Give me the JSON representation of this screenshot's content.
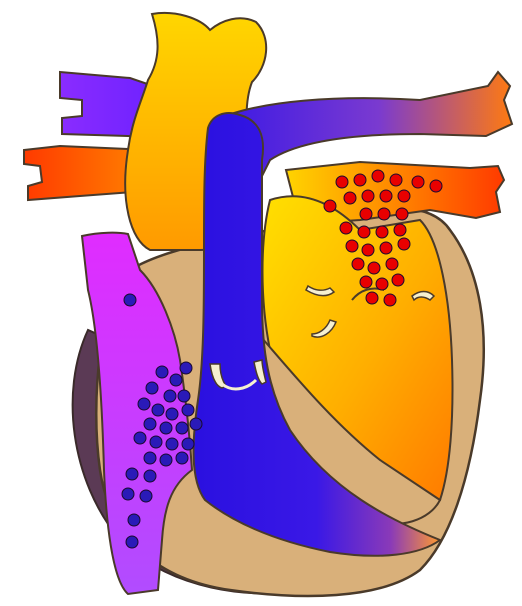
{
  "colors": {
    "background": "#ffffff",
    "outline": "#4a3a2a",
    "muscle": "#d9b07a",
    "muscle_shadow": "#5b3a55",
    "deoxygenated_blue": "#2a10e0",
    "vena_cava_violet": "#b14cff",
    "vena_cava_magenta": "#e02cff",
    "oxygenated_yellow": "#ffd400",
    "oxygenated_orange": "#ff8a00",
    "oxygenated_red": "#ff3a00",
    "blood_cell_blue": "#2a1ab8",
    "blood_cell_red": "#e80000",
    "valve_cream": "#f6f0d0"
  },
  "elements": {
    "blue_cells": [
      [
        130,
        300
      ],
      [
        162,
        372
      ],
      [
        176,
        380
      ],
      [
        186,
        368
      ],
      [
        152,
        388
      ],
      [
        170,
        396
      ],
      [
        184,
        396
      ],
      [
        144,
        404
      ],
      [
        158,
        410
      ],
      [
        172,
        414
      ],
      [
        188,
        410
      ],
      [
        150,
        424
      ],
      [
        166,
        428
      ],
      [
        182,
        428
      ],
      [
        196,
        424
      ],
      [
        140,
        438
      ],
      [
        156,
        442
      ],
      [
        172,
        444
      ],
      [
        188,
        444
      ],
      [
        150,
        458
      ],
      [
        166,
        460
      ],
      [
        182,
        458
      ],
      [
        132,
        474
      ],
      [
        150,
        476
      ],
      [
        128,
        494
      ],
      [
        146,
        496
      ],
      [
        134,
        520
      ],
      [
        132,
        542
      ]
    ],
    "red_cells": [
      [
        342,
        182
      ],
      [
        360,
        180
      ],
      [
        378,
        176
      ],
      [
        396,
        180
      ],
      [
        418,
        182
      ],
      [
        436,
        186
      ],
      [
        330,
        206
      ],
      [
        350,
        198
      ],
      [
        368,
        196
      ],
      [
        386,
        196
      ],
      [
        404,
        196
      ],
      [
        366,
        214
      ],
      [
        384,
        214
      ],
      [
        402,
        214
      ],
      [
        346,
        228
      ],
      [
        364,
        232
      ],
      [
        382,
        232
      ],
      [
        400,
        230
      ],
      [
        352,
        246
      ],
      [
        368,
        250
      ],
      [
        386,
        248
      ],
      [
        404,
        244
      ],
      [
        358,
        264
      ],
      [
        374,
        268
      ],
      [
        392,
        264
      ],
      [
        366,
        282
      ],
      [
        382,
        284
      ],
      [
        398,
        280
      ],
      [
        372,
        298
      ],
      [
        390,
        300
      ]
    ]
  }
}
